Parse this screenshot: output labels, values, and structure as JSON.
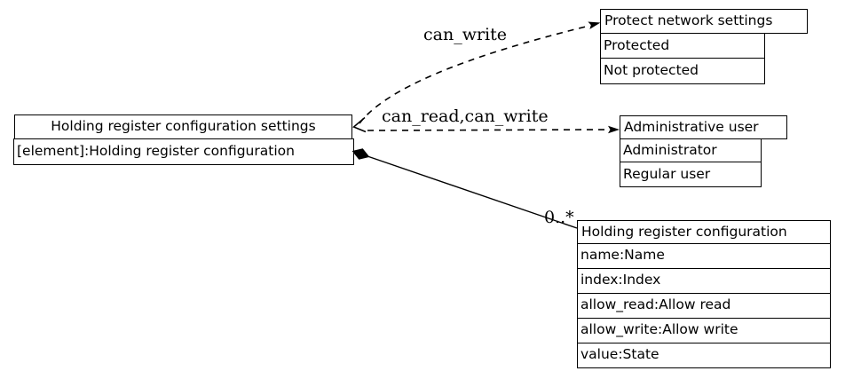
{
  "diagram": {
    "type": "uml-class-diagram",
    "colors": {
      "background": "#ffffff",
      "line": "#000000",
      "text": "#000000"
    }
  },
  "nodes": {
    "settings": {
      "title": "Holding register configuration settings",
      "attributes": [
        "[element]:Holding register configuration"
      ]
    },
    "protect": {
      "title": "Protect network settings",
      "literals": [
        "Protected",
        "Not protected"
      ]
    },
    "admin": {
      "title": "Administrative user",
      "literals": [
        "Administrator",
        "Regular user"
      ]
    },
    "holding": {
      "title": "Holding register configuration",
      "attributes": [
        "name:Name",
        "index:Index",
        "allow_read:Allow read",
        "allow_write:Allow write",
        "value:State"
      ]
    }
  },
  "edges": {
    "can_write": {
      "label": "can_write",
      "style": "dashed",
      "from": "settings",
      "to": "protect"
    },
    "can_read_can_write": {
      "label": "can_read,can_write",
      "style": "dashed",
      "from": "settings",
      "to": "admin"
    },
    "composition": {
      "multiplicity": "0..*",
      "style": "solid",
      "from": "settings",
      "to": "holding"
    }
  }
}
